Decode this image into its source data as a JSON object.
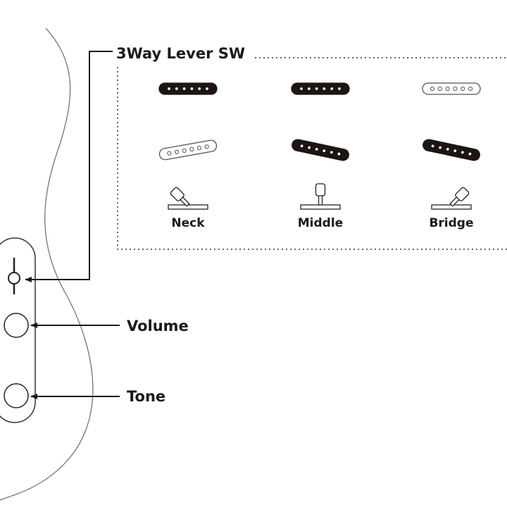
{
  "title": "3Way Lever SW",
  "positions": [
    {
      "label": "Neck",
      "neck_pickup_active": true,
      "bridge_pickup_active": false,
      "lever": "left"
    },
    {
      "label": "Middle",
      "neck_pickup_active": true,
      "bridge_pickup_active": true,
      "lever": "center"
    },
    {
      "label": "Bridge",
      "neck_pickup_active": false,
      "bridge_pickup_active": true,
      "lever": "right"
    }
  ],
  "controls": {
    "volume_label": "Volume",
    "tone_label": "Tone"
  },
  "colors": {
    "line": "#1a1a1a",
    "active_pickup": "#1e1512",
    "inactive_pickup": "#ffffff",
    "body_outline": "#6a6a6a"
  }
}
